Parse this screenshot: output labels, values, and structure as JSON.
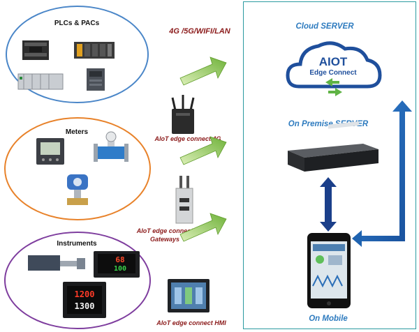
{
  "left_groups": {
    "plcs": {
      "title": "PLCs & PACs"
    },
    "meters": {
      "title": "Meters"
    },
    "instruments": {
      "title": "Instruments"
    }
  },
  "connections": {
    "network": "4G /5G/WIFI/LAN",
    "edge_4g": "AIoT edge connect 4G",
    "edge_gateways_line1": "AIoT edge connect",
    "edge_gateways_line2": "Gateways",
    "edge_hmi": "AIoT edge connect HMI"
  },
  "right_panel": {
    "cloud_title": "Cloud SERVER",
    "cloud_logo_line1": "AIOT",
    "cloud_logo_line2": "Edge Connect",
    "premise_title": "On Premise SERVER",
    "mobile_title": "On Mobile"
  },
  "devices": {
    "instrument_display_1a": "68",
    "instrument_display_1b": "100",
    "instrument_display_2a": "1200",
    "instrument_display_2b": "1300"
  },
  "colors": {
    "plc_ellipse": "#4a86c8",
    "meter_ellipse": "#e8822a",
    "instrument_ellipse": "#7e3d9e",
    "panel_border": "#2a9aa0",
    "label_red": "#8b1a1a",
    "label_blue": "#2e7bbf",
    "arrow_green": "#8bc34a",
    "arrow_blue": "#1f63b0"
  }
}
